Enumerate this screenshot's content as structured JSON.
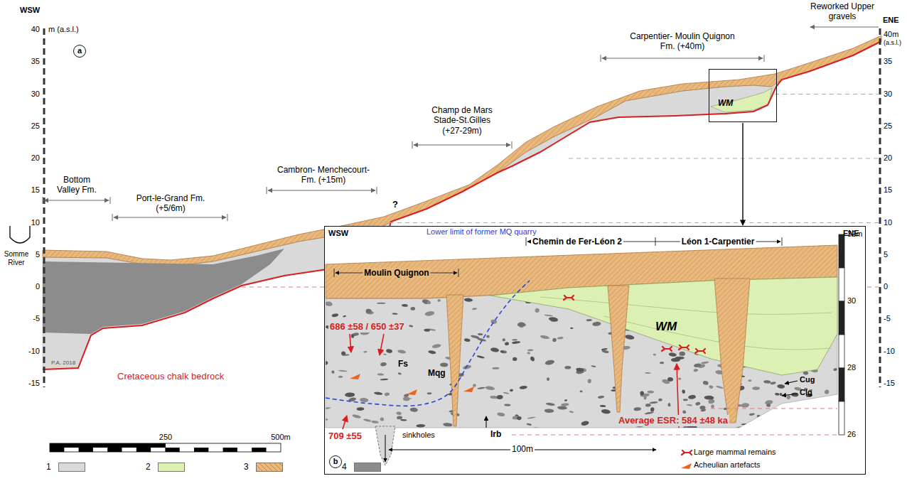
{
  "diagram": {
    "nodes": [
      {
        "text": [
          "a"
        ]
      },
      {
        "text": [
          "WM"
        ]
      },
      {
        "text": [
          "WSW",
          "ENE",
          "Moulin Quignon",
          "Chemin de Fer-Léon 2",
          "Léon 1-Carpentier",
          "Lower limit of former MQ quarry",
          "686 ±58 / 650 ±37",
          "709 ±55",
          "Fs",
          "Mqg",
          "sinkholes",
          "Irb",
          "100m",
          "Average ESR: 584 ±48 ka",
          "Large mammal remains",
          "Acheulian artefacts",
          "WM",
          "Cug",
          "Clg",
          "32m",
          "30",
          "28",
          "26"
        ]
      },
      {
        "text": [
          "b"
        ],
        "in": 2
      }
    ],
    "edges": [
      {
        "from": 1,
        "to": 2,
        "arrow": "to"
      }
    ],
    "labels": [
      "WSW",
      "m (a.s.l.)",
      "40",
      "35",
      "30",
      "25",
      "20",
      "15",
      "10",
      "5",
      "0",
      "-5",
      "-10",
      "-15",
      "ENE",
      "Reworked Upper gravels",
      "40m",
      "(a.s.l.)",
      "35",
      "30",
      "25",
      "20",
      "15",
      "10",
      "5",
      "0",
      "-5",
      "-10",
      "-15",
      "Somme River",
      "Bottom Valley Fm.",
      "Port-le-Grand Fm. (+5/6m)",
      "Cambron- Menchecourt-Fm. (+15m)",
      "Champ de Mars Stade-St.Gilles (+27-29m)",
      "Carpentier- Moulin Quignon Fm. (+40m)",
      "?",
      "P.A. 2018",
      "Cretaceous chalk bedrock",
      "250",
      "500m"
    ],
    "legend": [
      {
        "text": "1",
        "color": "#d9d9d9"
      },
      {
        "text": "2",
        "color": "#dcf0b4"
      },
      {
        "text": "3",
        "color": "#e9b87c"
      },
      {
        "text": "4",
        "color": "#8c8c8c"
      }
    ]
  }
}
